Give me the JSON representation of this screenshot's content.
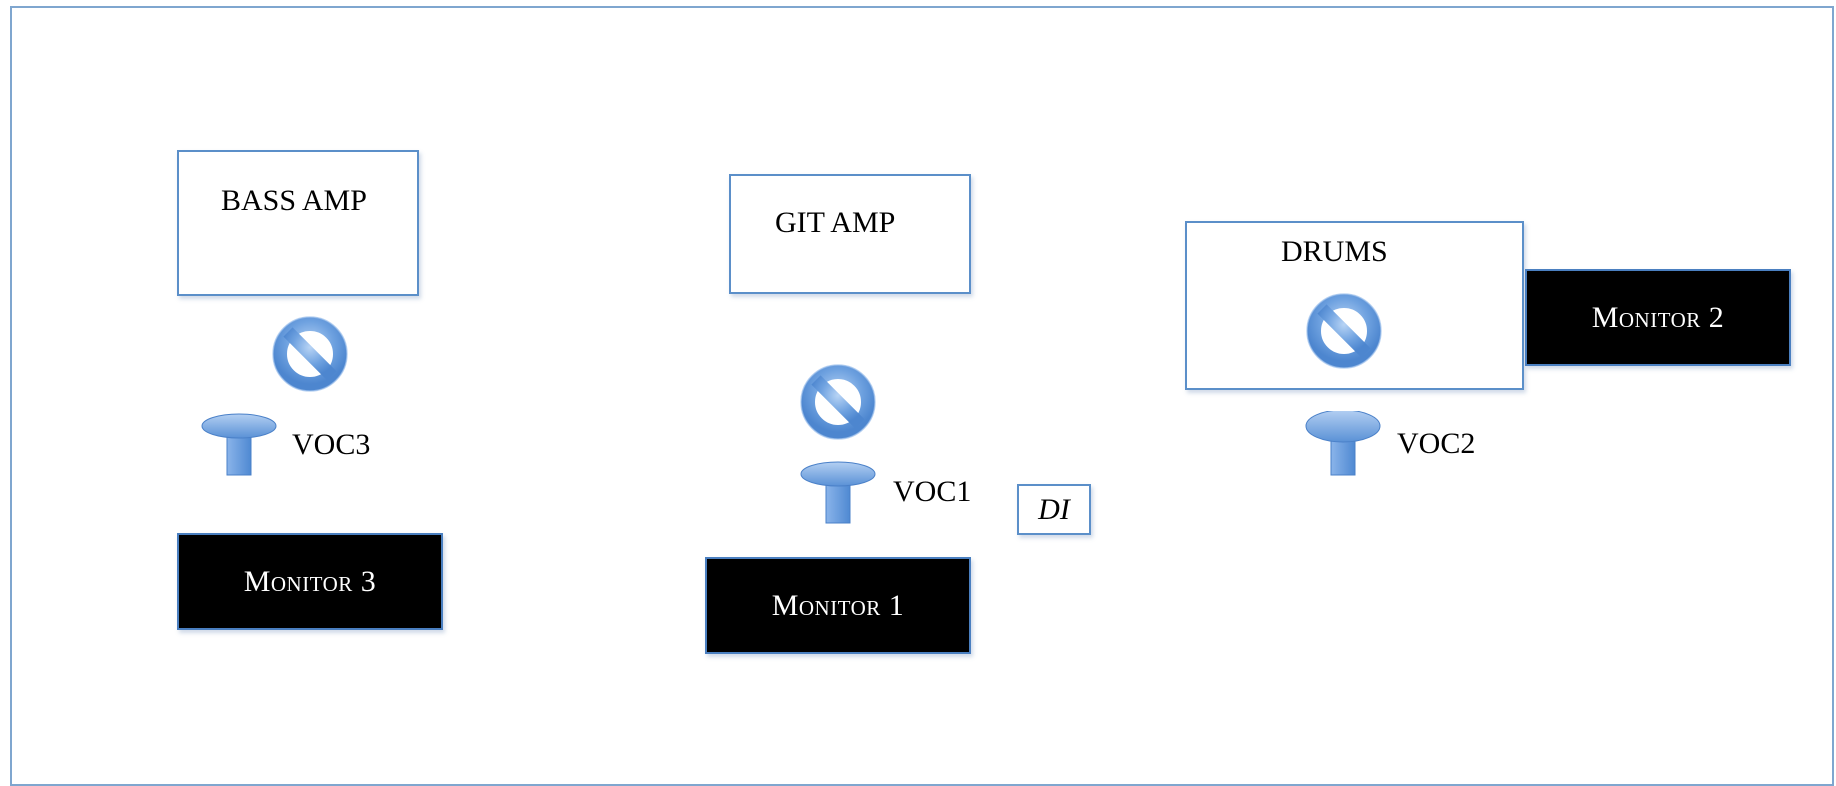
{
  "stage": {
    "bass_amp_label": "BASS AMP",
    "git_amp_label": "GIT AMP",
    "drums_label": "DRUMS",
    "di_label": "DI"
  },
  "monitors": {
    "monitor_1": "Monitor 1",
    "monitor_2": "Monitor 2",
    "monitor_3": "Monitor 3"
  },
  "mics": {
    "voc1": "VOC1",
    "voc2": "VOC2",
    "voc3": "VOC3"
  },
  "icons": {
    "no_symbol": "no-symbol-icon",
    "microphone": "microphone-icon"
  },
  "colors": {
    "outline_blue": "#5b8fc9",
    "icon_blue": "#6fa2e0",
    "monitor_fill": "#000000"
  }
}
